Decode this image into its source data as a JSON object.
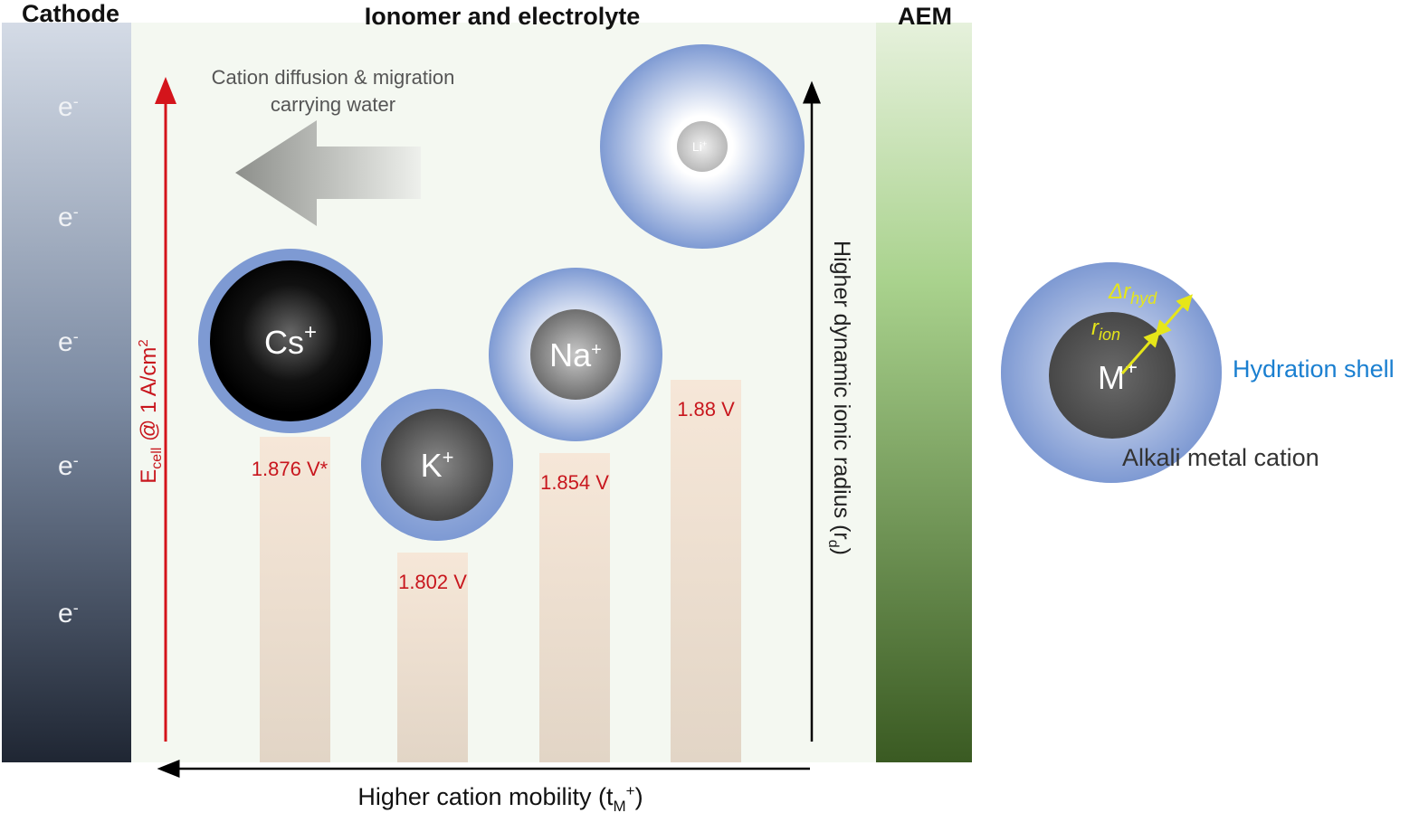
{
  "titles": {
    "cathode": "Cathode",
    "ionomer": "Ionomer and electrolyte",
    "aem": "AEM"
  },
  "electrons": [
    "e",
    "e",
    "e",
    "e",
    "e"
  ],
  "electron_superscript": "-",
  "flow_arrow": {
    "line1": "Cation diffusion & migration",
    "line2": "carrying water"
  },
  "ecell_axis": {
    "label_main": "E",
    "label_sub": "cell",
    "label_rest": " @ 1 A/cm",
    "label_sup": "2"
  },
  "radius_axis": {
    "label_main": "Higher dynamic ionic radius (r",
    "label_sub": "d",
    "label_end": ")"
  },
  "mobility_axis": {
    "label_main": "Higher cation mobility (t",
    "label_sub": "M",
    "label_sup": "+",
    "label_end": ")"
  },
  "cations": [
    {
      "symbol": "Cs",
      "charge": "+",
      "voltage": "1.876 V*",
      "voltage_value": 1.876
    },
    {
      "symbol": "K",
      "charge": "+",
      "voltage": "1.802 V",
      "voltage_value": 1.802
    },
    {
      "symbol": "Na",
      "charge": "+",
      "voltage": "1.854 V",
      "voltage_value": 1.854
    },
    {
      "symbol": "Li",
      "charge": "+",
      "voltage": "1.88 V",
      "voltage_value": 1.88
    }
  ],
  "legend": {
    "ion": "M",
    "ion_charge": "+",
    "delta_r": "Δr",
    "delta_r_sub": "hyd",
    "r_ion": "r",
    "r_ion_sub": "ion",
    "hydration_shell": "Hydration shell",
    "alkali_cation": "Alkali metal cation"
  },
  "colors": {
    "voltage": "#c8161d",
    "hydration_label": "#1a7fd0",
    "legend_arrow": "#e6e619"
  }
}
